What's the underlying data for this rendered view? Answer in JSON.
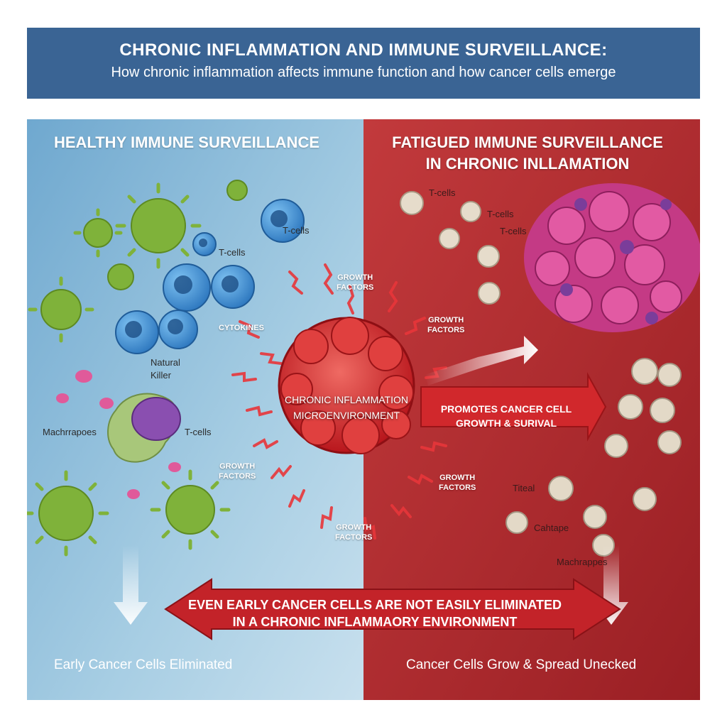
{
  "header": {
    "title": "CHRONIC INFLAMMATION AND IMMUNE SURVEILLANCE:",
    "subtitle": "How chronic inflammation affects immune function and how cancer cells emerge"
  },
  "left_panel": {
    "heading": "HEALTHY IMMUNE SURVEILLANCE",
    "labels": {
      "tcells_1": "T-cells",
      "tcells_2": "T-cells",
      "natural_killer": "Natural\nKiller",
      "macrophages": "Machrrapoes",
      "tcells_3": "T-cells",
      "cytokines": "CYTOKINES",
      "growth_factors_top": "GROWTH\nFACTORS",
      "growth_factors_left": "GROWTH\nFACTORS",
      "growth_factors_bottom": "GROWTH\nFACTORS"
    },
    "outcome": "Early Cancer Cells Eliminated"
  },
  "center": {
    "label": "CHRONIC INFLAMMATION\nMICROENVIRONMENT",
    "promote": "PROMOTES CANCER CELL\nGROWTH & SURIVAL"
  },
  "right_panel": {
    "heading": "FATIGUED IMMUNE SURVEILLANCE\nIN CHRONIC INLLAMATION",
    "labels": {
      "tcells_1": "T-cells",
      "tcells_2": "T-cells",
      "tcells_3": "T-cells",
      "growth_factors_top": "GROWTH\nFACTORS",
      "growth_factors_bottom": "GROWTH\nFACTORS",
      "tissue": "Titeal",
      "cahtape": "Cahtape",
      "macrophages": "Machrappes"
    },
    "outcome": "Cancer Cells Grow & Spread Unecked"
  },
  "bottom_message": "EVEN EARLY CANCER CELLS ARE NOT EASILY ELIMINATED\nIN A CHRONIC INFLAMMAORY ENVIRONMENT",
  "colors": {
    "banner": "#3a6494",
    "healthy_panel": "#8fc0dc",
    "inflamed_panel": "#b02a2e",
    "virus_green": "#7fb23a",
    "tcell_blue": "#3f8fd3",
    "cancer_pink": "#d9488f",
    "inflammation_red": "#d6262b"
  },
  "icons": [
    "virus-icon",
    "t-cell-icon",
    "macrophage-icon",
    "inflammation-mass-icon",
    "cancer-cell-cluster-icon",
    "fatigued-t-cell-icon",
    "arrow-icon"
  ]
}
